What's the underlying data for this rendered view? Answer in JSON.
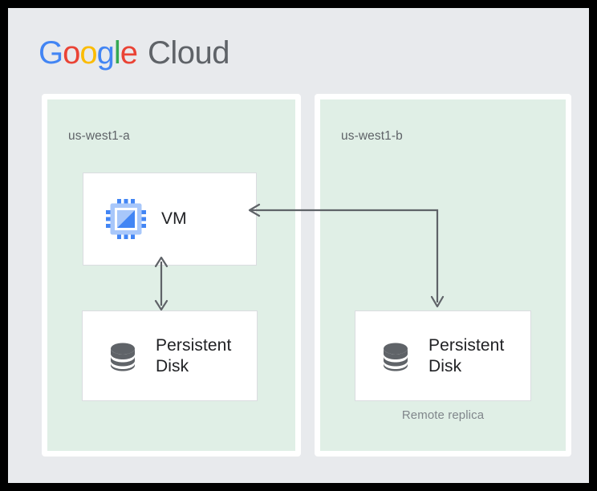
{
  "page": {
    "background_color": "#E8EAED",
    "frame_color": "#000000"
  },
  "brand": {
    "name": "Google Cloud",
    "google": {
      "letters": [
        {
          "char": "G",
          "color": "#4285F4"
        },
        {
          "char": "o",
          "color": "#EA4335"
        },
        {
          "char": "o",
          "color": "#FBBC05"
        },
        {
          "char": "g",
          "color": "#4285F4"
        },
        {
          "char": "l",
          "color": "#34A853"
        },
        {
          "char": "e",
          "color": "#EA4335"
        }
      ]
    },
    "suffix": "Cloud",
    "suffix_color": "#5F6368"
  },
  "zones": [
    {
      "id": "us-west1-a",
      "label": "us-west1-a",
      "fill": "#E0EFE6"
    },
    {
      "id": "us-west1-b",
      "label": "us-west1-b",
      "fill": "#E0EFE6"
    }
  ],
  "nodes": {
    "vm": {
      "label": "VM",
      "icon": "cpu-chip-icon",
      "icon_colors": {
        "pins": "#4285F4",
        "body": "#A8C7FA",
        "core_light": "#A8C7FA",
        "core_dark": "#4285F4"
      }
    },
    "persistent_disk_a": {
      "label": "Persistent Disk",
      "icon": "database-disk-icon",
      "icon_color": "#5F6368"
    },
    "persistent_disk_b": {
      "label": "Persistent Disk",
      "icon": "database-disk-icon",
      "icon_color": "#5F6368",
      "caption": "Remote replica"
    }
  },
  "connectors": [
    {
      "id": "vm-to-local-disk",
      "from": "vm",
      "to": "persistent_disk_a",
      "style": "double-headed-vertical",
      "color": "#5F6368"
    },
    {
      "id": "remote-replica-link",
      "from": "persistent_disk_b",
      "to": "vm",
      "style": "elbow-double-headed",
      "color": "#5F6368"
    }
  ]
}
